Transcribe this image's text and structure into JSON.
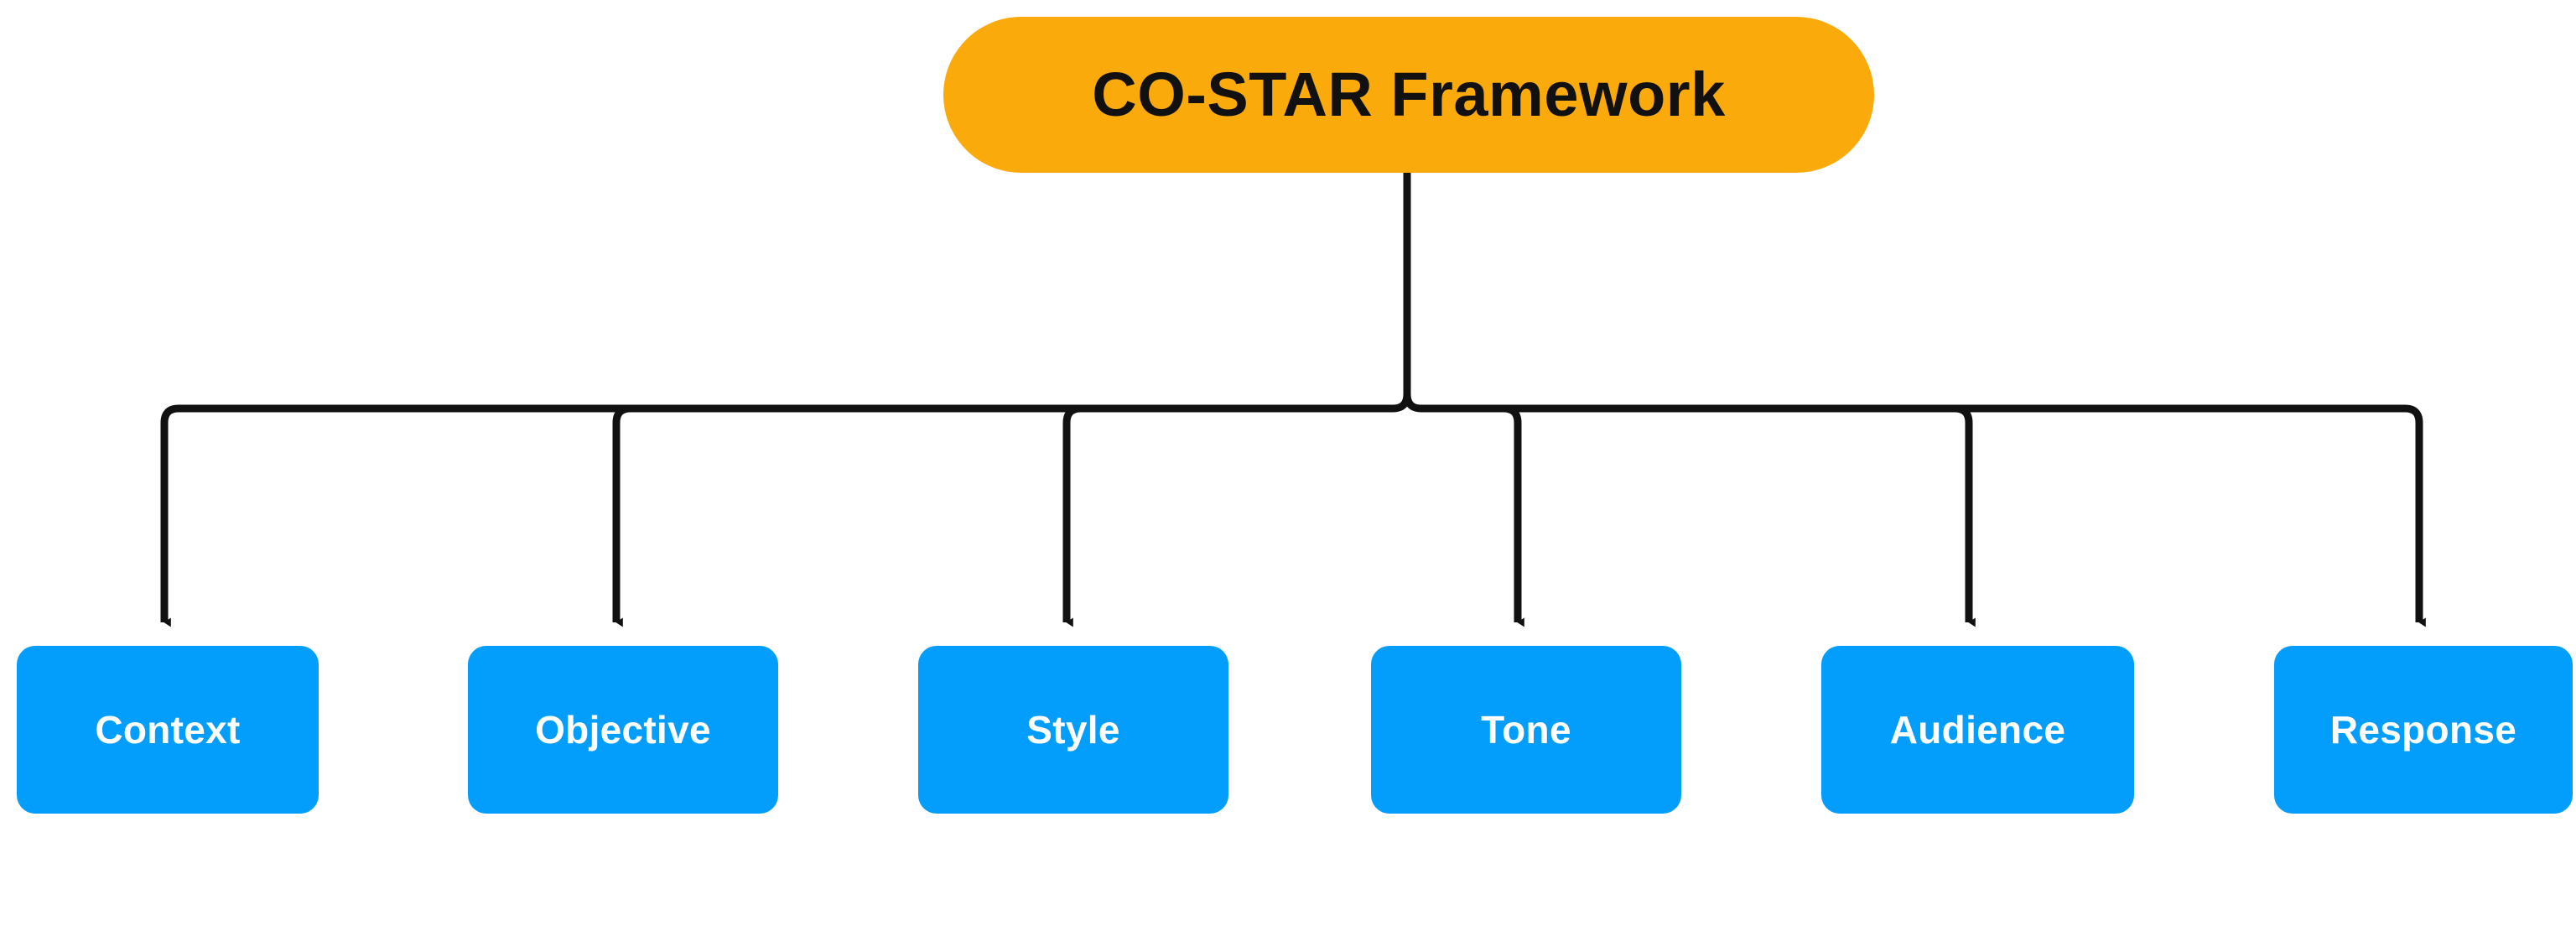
{
  "diagram": {
    "title": "CO-STAR Framework",
    "type": "hierarchy-tree",
    "background_color": "#ffffff",
    "root": {
      "label": "CO-STAR Framework",
      "fill_color": "#FBAA0C",
      "text_color": "#111111",
      "shape": "rounded-pill"
    },
    "children": [
      {
        "label": "Context",
        "fill_color": "#039EFB",
        "text_color": "#ffffff",
        "shape": "rounded-rect"
      },
      {
        "label": "Objective",
        "fill_color": "#039EFB",
        "text_color": "#ffffff",
        "shape": "rounded-rect"
      },
      {
        "label": "Style",
        "fill_color": "#039EFB",
        "text_color": "#ffffff",
        "shape": "rounded-rect"
      },
      {
        "label": "Tone",
        "fill_color": "#039EFB",
        "text_color": "#ffffff",
        "shape": "rounded-rect"
      },
      {
        "label": "Audience",
        "fill_color": "#039EFB",
        "text_color": "#ffffff",
        "shape": "rounded-rect"
      },
      {
        "label": "Response",
        "fill_color": "#039EFB",
        "text_color": "#ffffff",
        "shape": "rounded-rect"
      }
    ],
    "connector": {
      "style": "orthogonal-bus-with-arrowheads",
      "line_color": "#111111",
      "arrowhead": "filled-triangle-down"
    }
  }
}
